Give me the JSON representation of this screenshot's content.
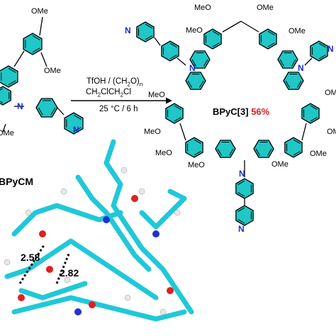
{
  "reaction": {
    "reagents_line1_prefix": "TfOH / (CH",
    "reagents_line1_sub1": "2",
    "reagents_line1_mid": "O)",
    "reagents_line1_sub2": "n",
    "solvent_prefix": "CH",
    "solvent_sub": "2",
    "solvent_mid": "ClCH",
    "solvent_sub2": "2",
    "solvent_suffix": "Cl",
    "conditions": "25 °C / 6 h"
  },
  "monomer": {
    "label": "BPyCM",
    "substituents": [
      "OMe",
      "OMe",
      "OMe"
    ],
    "nitrogen_labels": [
      "N",
      "N"
    ]
  },
  "product": {
    "name": "BPyC[3]",
    "yield": "56%",
    "methoxy_labels": [
      "MeO",
      "OMe",
      "MeO",
      "OMe",
      "MeO",
      "OMe",
      "MeO",
      "OMe",
      "MeO",
      "OMe",
      "MeO",
      "OMe"
    ],
    "nitrogen_labels": [
      "N",
      "N",
      "N",
      "N",
      "N",
      "N"
    ]
  },
  "crystal": {
    "distances": [
      "2.58",
      "2.82"
    ]
  },
  "colors": {
    "bond": "#000000",
    "ring_fill": "#1fc7c7",
    "stick_carbon": "#20c8d8",
    "stick_hydrogen": "#e8e8e8",
    "stick_oxygen": "#e02020",
    "stick_nitrogen": "#2030d8",
    "accent_yield": "#e01a1a"
  }
}
